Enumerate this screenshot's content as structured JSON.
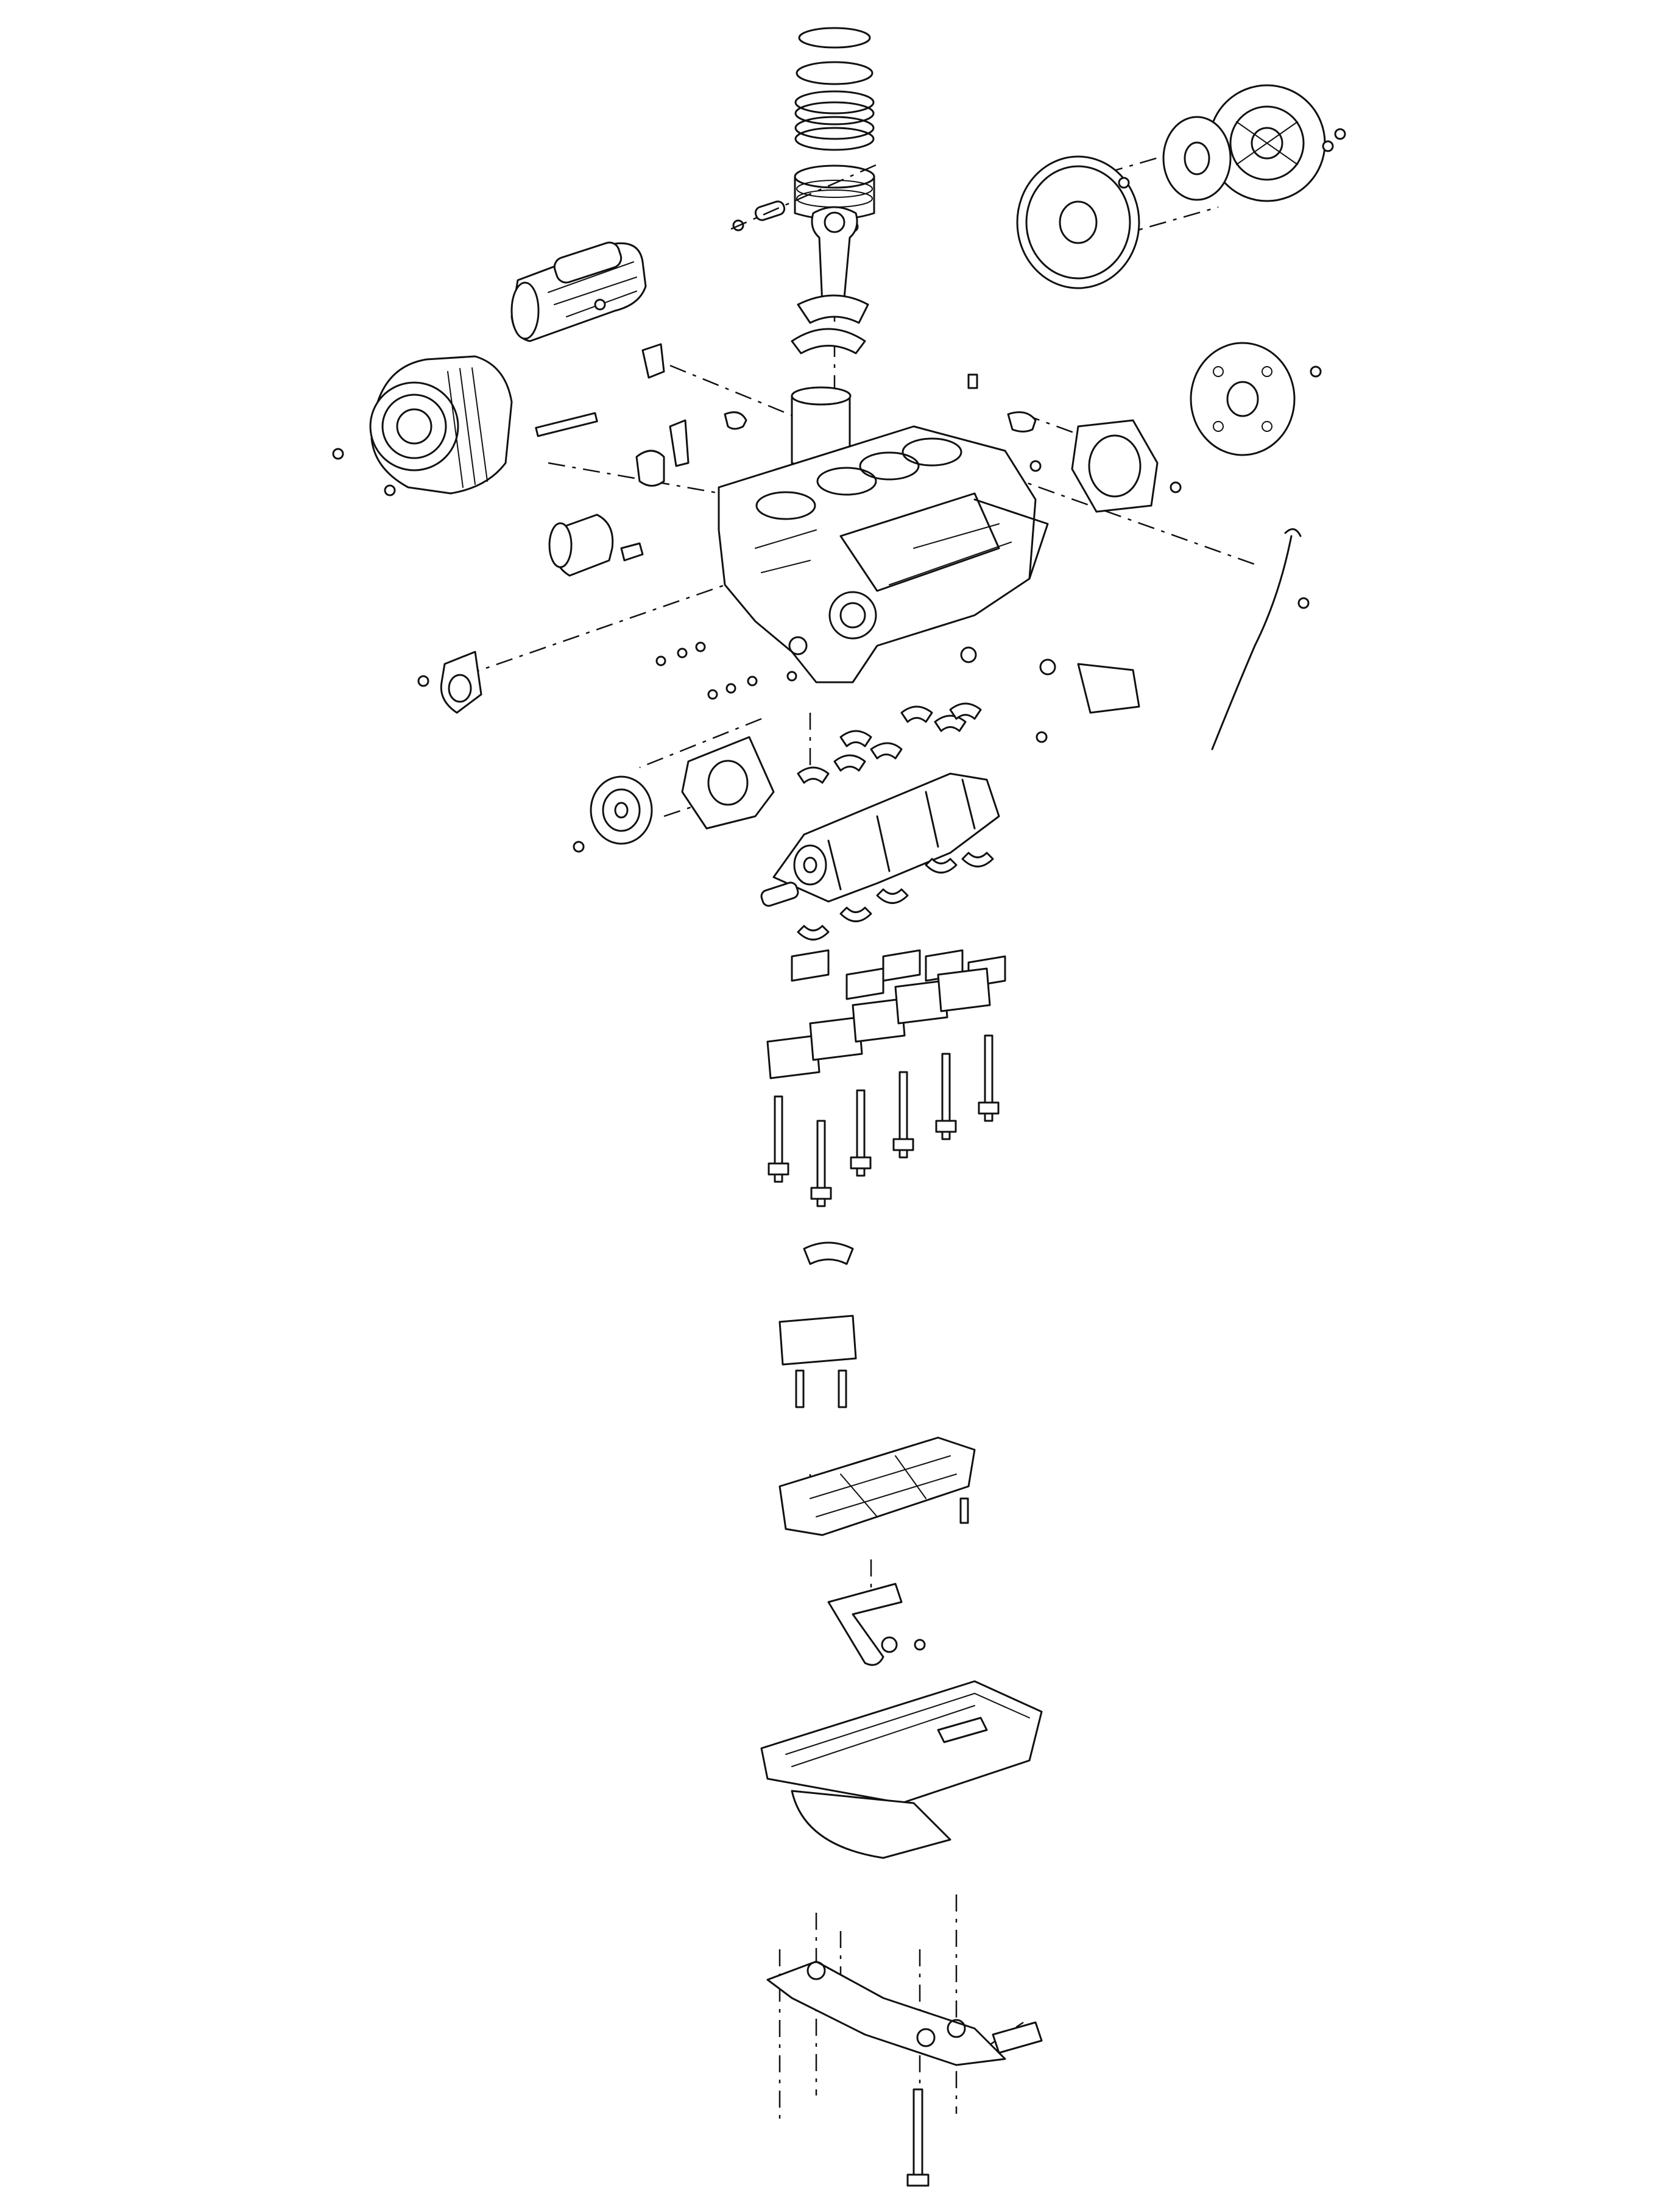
{
  "diagram": {
    "kind": "exploded-view",
    "colors": {
      "line": "#111111",
      "background": "#ffffff"
    },
    "parts": [
      "piston-rings",
      "piston",
      "piston-pin",
      "connecting-rod",
      "rod-bearing",
      "cylinder-liner",
      "starter-motor",
      "alternator",
      "cylinder-block",
      "oil-filter",
      "oil-pressure-switch",
      "coolant-sensor",
      "clutch-pressure-plate",
      "clutch-disc",
      "flywheel",
      "flexplate",
      "rear-main-seal-housing",
      "oil-dipstick",
      "oil-pump",
      "crankshaft-pulley",
      "idler-pulley",
      "main-bearings",
      "crankshaft",
      "main-bearing-caps",
      "cap-bolts",
      "windage-tray",
      "oil-pickup-tube",
      "oil-pan",
      "oil-pan-brace"
    ]
  }
}
